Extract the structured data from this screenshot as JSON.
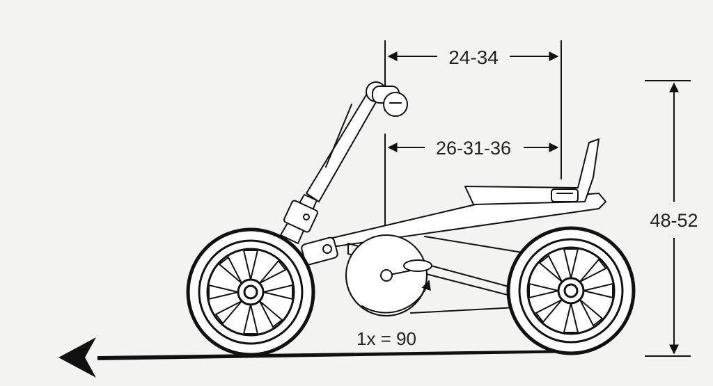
{
  "diagram": {
    "labels": {
      "top_dimension": "24-34",
      "middle_dimension": "26-31-36",
      "height_dimension": "48-52",
      "pedal_ratio": "1x = 90"
    },
    "colors": {
      "background": "#f3f3f2",
      "line": "#111111",
      "fill": "#ffffff"
    },
    "icons": [
      "bike-diagram",
      "dimension-arrow",
      "rotation-arrow",
      "direction-arrow"
    ]
  }
}
